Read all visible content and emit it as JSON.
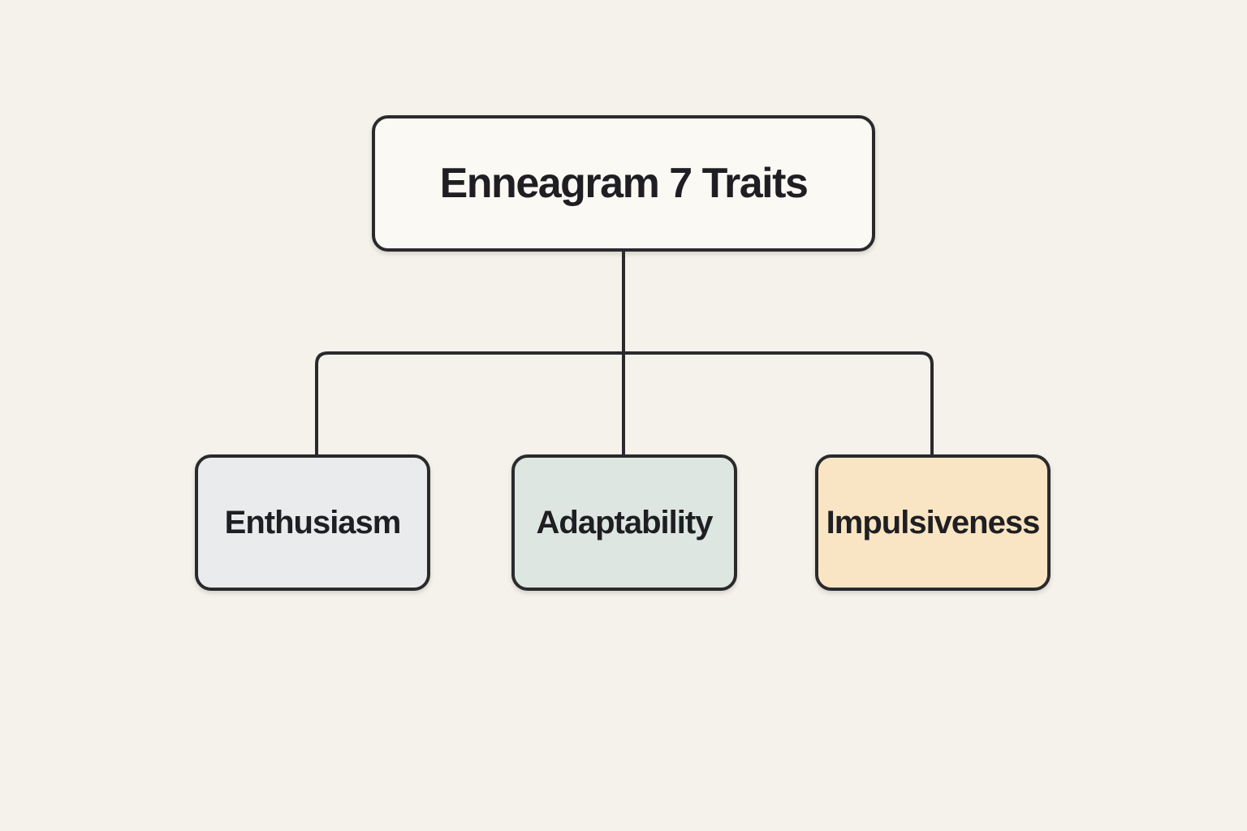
{
  "diagram": {
    "type": "tree",
    "root": {
      "label": "Enneagram 7 Traits",
      "fill": "#fbf9f4"
    },
    "children": [
      {
        "label": "Enthusiasm",
        "fill": "#e9ebec"
      },
      {
        "label": "Adaptability",
        "fill": "#dde6e1"
      },
      {
        "label": "Impulsiveness",
        "fill": "#f9e5c3"
      }
    ],
    "colors": {
      "background": "#f5f2eb",
      "border": "#2a2a2d",
      "connector": "#2a2a2d",
      "text": "#1f1f23"
    }
  }
}
